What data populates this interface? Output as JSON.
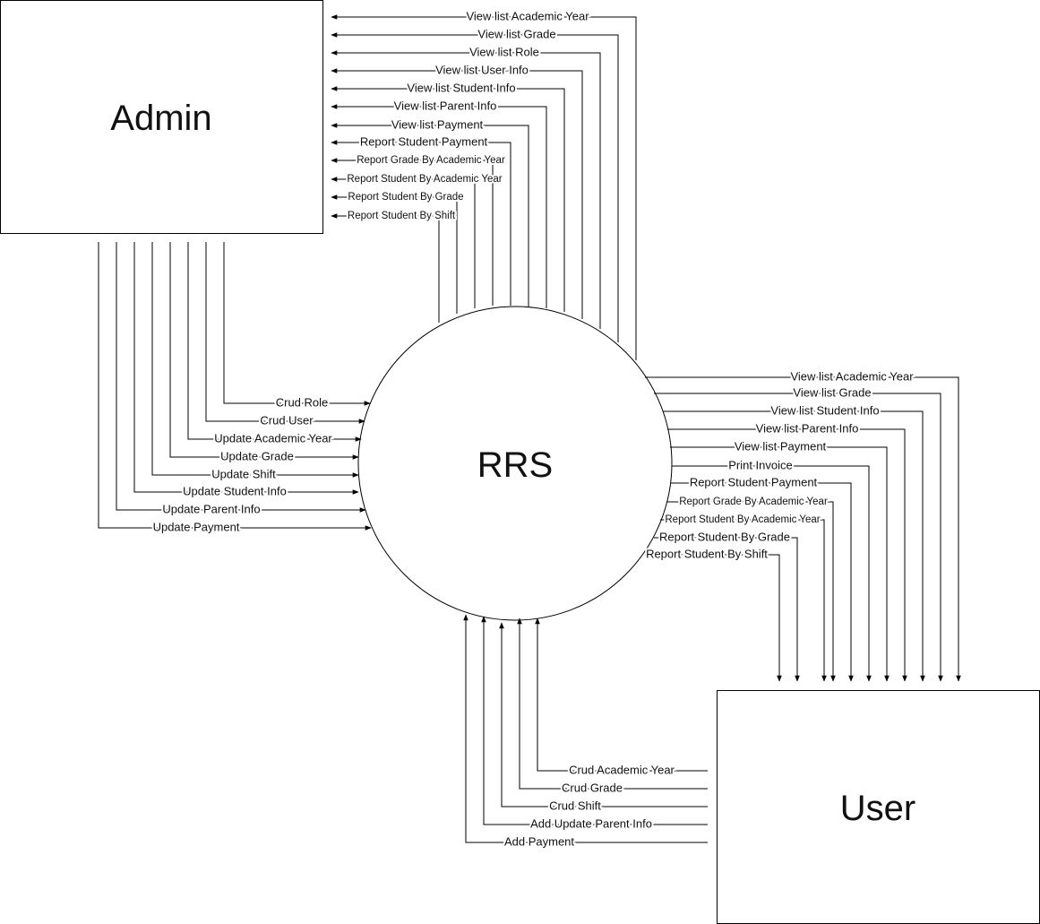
{
  "entities": {
    "admin": "Admin",
    "process": "RRS",
    "user": "User"
  },
  "flows": {
    "rrs_to_admin": [
      "View list Academic Year",
      "View list Grade",
      "View list Role",
      "View list User Info",
      "View list  Student Info",
      "View list  Parent Info",
      "View list Payment",
      "Report Student Payment",
      "Report Grade By Academic Year",
      "Report Student By Academic Year",
      "Report Student By Grade",
      "Report Student By Shift"
    ],
    "admin_to_rrs": [
      "Crud Role",
      "Crud User",
      "Update Academic Year",
      "Update Grade",
      "Update Shift",
      "Update Student Info",
      "Update Parent Info",
      "Update Payment"
    ],
    "rrs_to_user": [
      "View list Academic Year",
      "View list Grade",
      "View list  Student Info",
      "View list  Parent Info",
      "View list Payment",
      "Print Invoice",
      "Report Student Payment",
      "Report Grade By Academic Year",
      "Report Student By Academic Year",
      "Report Student By Grade",
      "Report Student By Shift"
    ],
    "user_to_rrs": [
      "Crud Academic Year",
      "Crud Grade",
      "Crud Shift",
      "Add Update Parent Info",
      "Add Payment"
    ]
  }
}
